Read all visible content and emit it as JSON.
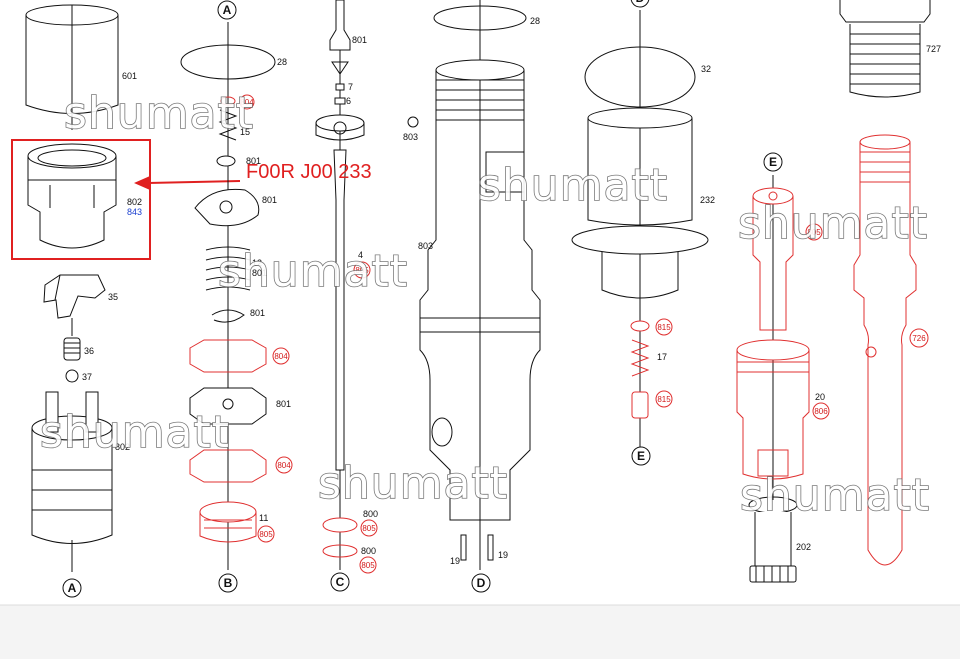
{
  "callout": {
    "text": "F00R J00 233",
    "color": "#e02020"
  },
  "watermark": "shumatt",
  "views": {
    "a_top": "A",
    "a_bottom": "A",
    "b_bottom": "B",
    "c_bottom": "C",
    "d_top": "D",
    "d_bottom": "D",
    "e_mid": "E",
    "e_top": "E"
  },
  "labels": {
    "p601": "601",
    "p802": "802",
    "p843": "843",
    "p35": "35",
    "p36": "36",
    "p37": "37",
    "p802b": "802",
    "p28a": "28",
    "p804a": "804",
    "p15": "15",
    "p801a": "801",
    "p801b": "801",
    "p12": "12",
    "p801c": "801",
    "p801d": "801",
    "p804b": "804",
    "p801e": "801",
    "p804c": "804",
    "p11": "11",
    "p805a": "805",
    "p801f": "801",
    "p7": "7",
    "p6": "6",
    "p4": "4",
    "p805b": "805",
    "p800a": "800",
    "p805c": "805",
    "p800b": "800",
    "p805d": "805",
    "p28b": "28",
    "p803a": "803",
    "p803b": "803",
    "p19a": "19",
    "p19b": "19",
    "p32": "32",
    "p232": "232",
    "p815a": "815",
    "p17": "17",
    "p815b": "815",
    "p727": "727",
    "p805e": "805",
    "p20": "20",
    "p806": "806",
    "p202": "202",
    "p726": "726"
  },
  "colors": {
    "highlight": "#e02020",
    "part_red": "#e03030",
    "line": "#111111",
    "blue_label": "#1a3fd0"
  }
}
